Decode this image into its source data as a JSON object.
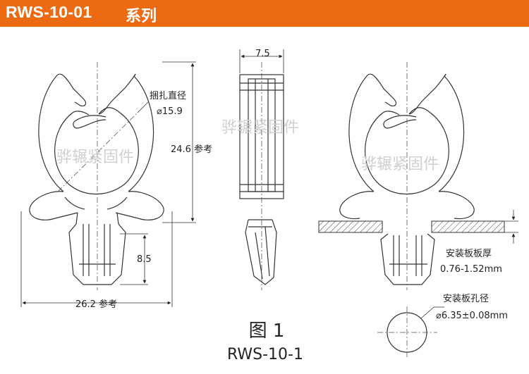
{
  "header": {
    "model": "RWS-10-01",
    "series": "系列",
    "background_color": "#ec6a12"
  },
  "dimensions": {
    "bundle_dia_label": "捆扎直径",
    "bundle_dia_value": "⌀15.9",
    "height_value": "24.6 参考",
    "top_width_value": "7.5",
    "stem_height_value": "8.5",
    "base_width_value": "26.2 参考",
    "panel_thickness_label": "安装板板厚",
    "panel_thickness_value": "0.76-1.52mm",
    "hole_dia_label": "安装板孔径",
    "hole_dia_value": "⌀6.35±0.08mm"
  },
  "watermark": "骅辗紧固件",
  "figure": {
    "caption": "图 1",
    "part_number": "RWS-10-1"
  }
}
